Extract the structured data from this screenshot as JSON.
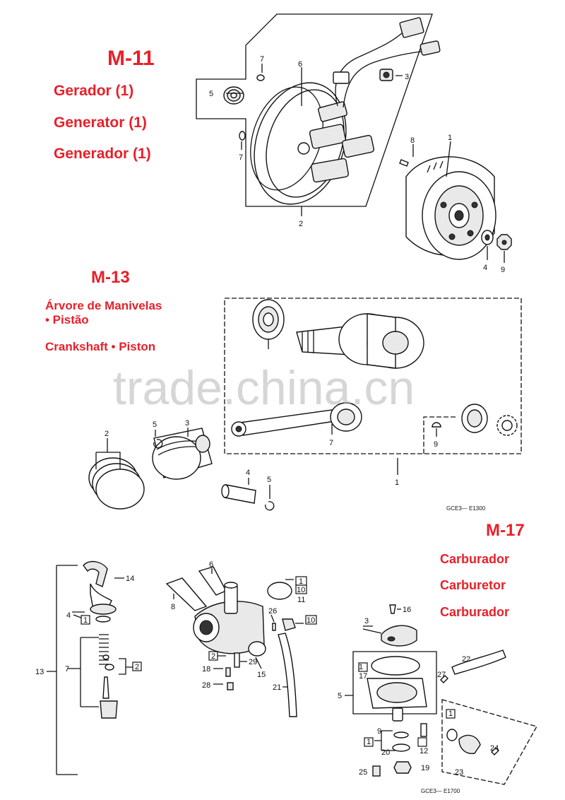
{
  "m11": {
    "code": "M-11",
    "label_pt": "Gerador (1)",
    "label_en": "Generator (1)",
    "label_es": "Generador (1)",
    "callouts": [
      "1",
      "2",
      "3",
      "4",
      "5",
      "6",
      "7",
      "7",
      "8",
      "9"
    ]
  },
  "m13": {
    "code": "M-13",
    "label_pt_line1": "Árvore de Manivelas",
    "label_pt_line2": "• Pistão",
    "label_en": "Crankshaft • Piston",
    "callouts": [
      "1",
      "2",
      "3",
      "4",
      "5",
      "5",
      "7",
      "9"
    ],
    "drawing_code": "GCE3— E1300"
  },
  "m17": {
    "code": "M-17",
    "label_pt": "Carburador",
    "label_en": "Carburetor",
    "label_es": "Carburador",
    "callouts": [
      "14",
      "4",
      "1",
      "7",
      "2",
      "13",
      "6",
      "8",
      "1",
      "10",
      "11",
      "26",
      "10",
      "2",
      "29",
      "18",
      "15",
      "28",
      "21",
      "16",
      "3",
      "1",
      "17",
      "22",
      "27",
      "5",
      "1",
      "9",
      "1",
      "20",
      "12",
      "24",
      "23",
      "25",
      "19"
    ],
    "drawing_code": "GCE3— E1700"
  },
  "watermark": "trade.china.cn"
}
